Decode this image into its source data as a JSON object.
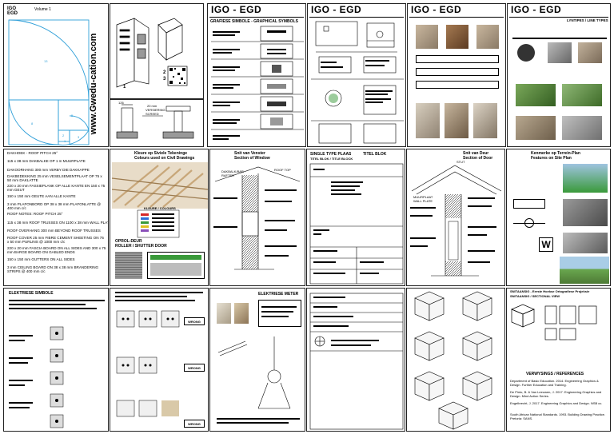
{
  "colors": {
    "golden_spiral": "#2f9fd8",
    "accent_green": "#3a9a3a",
    "rafter_wood": "#c8a77a"
  },
  "top_left": {
    "header_line1": "IGO",
    "header_line2": "EGD",
    "volume": "Volume 1",
    "website": "www.Gwedu-cation.com",
    "spiral_labels": [
      "1",
      "2",
      "3",
      "5",
      "8",
      "13"
    ]
  },
  "panel_fold": {
    "fold_numbers": [
      "1",
      "2",
      "3"
    ]
  },
  "panel_column": {
    "dim_a": "126",
    "dim_b": "20 mm",
    "caption": "VERSIERING",
    "caption2": "SCREED"
  },
  "igo_panels": [
    {
      "logo": "IGO - EGD",
      "subtitle": "GRAFIESE SIMBOLE - GRAPHICAL SYMBOLS"
    },
    {
      "logo": "IGO - EGD",
      "subtitle": ""
    },
    {
      "logo": "IGO - EGD",
      "subtitle": ""
    },
    {
      "logo": "IGO - EGD",
      "subtitle": "LYNTIPES / LINE TYPES"
    }
  ],
  "dakroofs": {
    "items": [
      "DAKHOEK - ROOF PITCH 25°",
      "115 x 38 mm DAKBALKE OP 1 m MUURPLATE",
      "DAKOORHANG 300 mm VERBY DIE DAKKAPPE",
      "DAKBEDEKKING 25 mm VESELSEMENTPLAAT OP 75 x 50 mm DAKLATTE",
      "220 x 20 mm FASSIEPLANK OP ALLE KANTE EN 150 x 75 mm GEUT",
      "150 x 150 mm GEUTE AAN ALLE KANTE",
      "3 mm PLAFONBORD OP 38 x 38 mm PLAFONLATTE @ 400 mm c/c",
      "ROOF NOTES: ROOF PITCH 25°",
      "115 x 38 mm ROOF TRUSSES ON 1100 x 38 mm WALL PLATES",
      "ROOF OVERHANG 300 mm BEYOND ROOF TRUSSES",
      "ROOF COVER 25 mm FIBRE CEMENT SHEETING ON 75 x 50 mm PURLINS @ 1000 mm c/c",
      "220 x 20 mm FASCIA BOARD ON ALL SIDES AND 300 x 75 mm BARGE BOARD ON GABLED ENDS",
      "150 x 150 mm GUTTERS ON ALL SIDES",
      "3 mm CEILING BOARD ON 38 x 38 mm BRANDERING STRIPS @ 400 mm c/c"
    ]
  },
  "rafters_panel": {
    "title": "Kleure op Siviele Tekeninge",
    "title_en": "Colours used on Civil Drawings",
    "legend_title": "KLEURE / COLOURS",
    "roller_title": "ROLLER / SHUTTER DOOR",
    "roller_af": "OPROL-DEUR"
  },
  "window_panel": {
    "title": "Snit van Venster",
    "title_en": "Section of Window",
    "lbl1": "DAKBALK/BAR",
    "lbl2": "RAFTER",
    "lbl3": "ROOF TOP"
  },
  "titleblock_panel": {
    "title": "TITEL BLOK / TITLE BLOCK",
    "col1": "SINGLE TYPE PLAAS",
    "col2": "TITEL BLOK"
  },
  "door_panel": {
    "title": "Snit van Deur",
    "title_en": "Section of Door",
    "lbl1": "STUT",
    "lbl2": "MUURPLAAT",
    "lbl3": "WALL PLATE"
  },
  "site_panel": {
    "title": "Kenmerke op Terrein-Plan",
    "title_en": "Features on Site Plan",
    "badge": "W"
  },
  "electric_panel": {
    "title": "ELEKTRIESE SIMBOLE",
    "key1": "WRONG",
    "key2": "WRONG",
    "key3": "WRONG"
  },
  "meter_panel": {
    "title": "ELEKTRIESE METER"
  },
  "isometric_panel": {
    "title": "SNITAANSIG / SECTIONAL VIEW",
    "text": "SNITAANSIG - Eerste Hoekse Ortografiese Projeksie"
  },
  "references": {
    "title": "VERWYSINGS / REFERENCES",
    "items": [
      "Department of Basic Education. 2014. Engineering Graphics & Design. Further Education and Training.",
      "De Pinto, B. & Van Leeuwen, J. 2017. Engineering Graphics and Design. Mind Action Series.",
      "Engelbrecht, J. 2017. Engineering Graphics and Design. NSB cc.",
      "South African National Standards. 1993. Building Drawing Practice. Pretoria: SANS."
    ]
  }
}
